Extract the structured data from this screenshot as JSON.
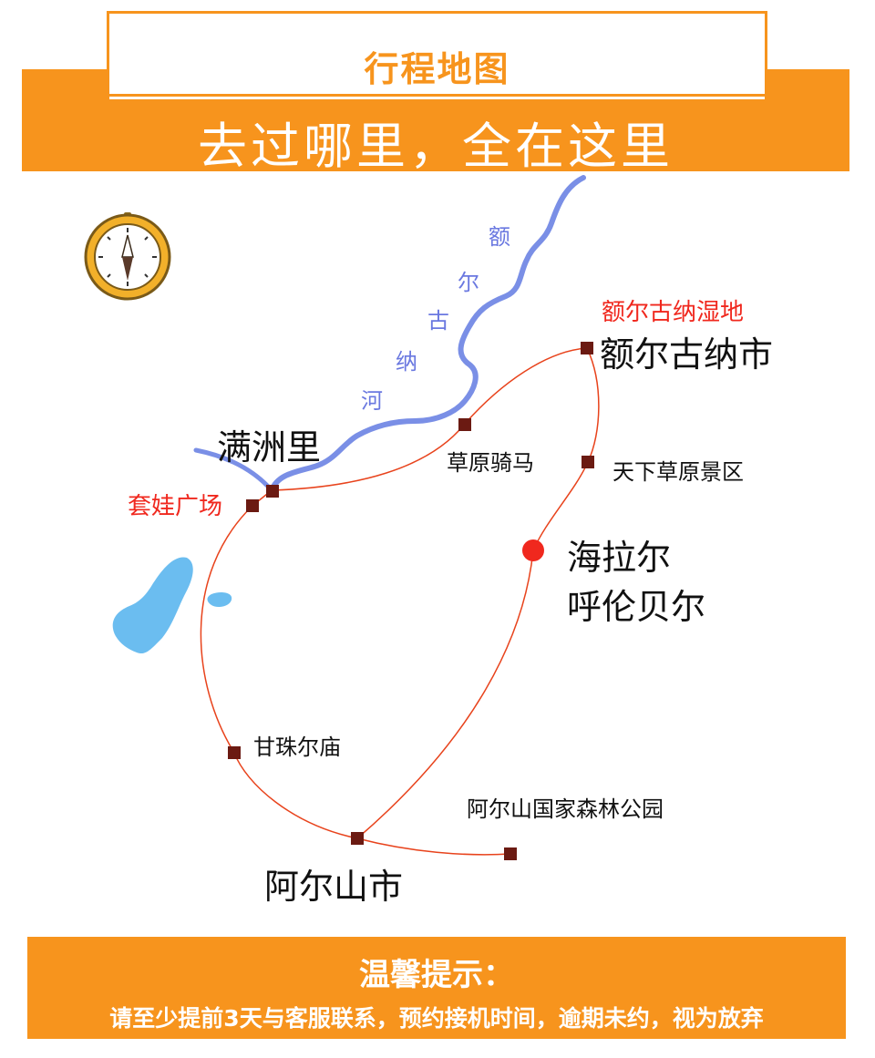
{
  "header": {
    "title": "行程地图",
    "subtitle": "去过哪里，全在这里"
  },
  "map": {
    "river_chars": [
      "额",
      "尔",
      "古",
      "纳",
      "河"
    ],
    "places": {
      "erguna_wetland": "额尔古纳湿地",
      "erguna_city": "额尔古纳市",
      "manzhouli": "满洲里",
      "grassland_riding": "草原骑马",
      "tianxia_grassland": "天下草原景区",
      "matryoshka_square": "套娃广场",
      "hailar_line1": "海拉尔",
      "hailar_line2": "呼伦贝尔",
      "ganzhuer_temple": "甘珠尔庙",
      "arxan_forest_park": "阿尔山国家森林公园",
      "arxan_city": "阿尔山市"
    },
    "colors": {
      "route": "#e8431c",
      "marker": "#6b1a12",
      "river": "#7a8fe6",
      "lake": "#6bbdf0",
      "highlight": "#f0281e",
      "accent": "#f7941d"
    },
    "icons": [
      "compass-icon"
    ]
  },
  "footer": {
    "title": "温馨提示：",
    "text": "请至少提前3天与客服联系，预约接机时间，逾期未约，视为放弃"
  }
}
